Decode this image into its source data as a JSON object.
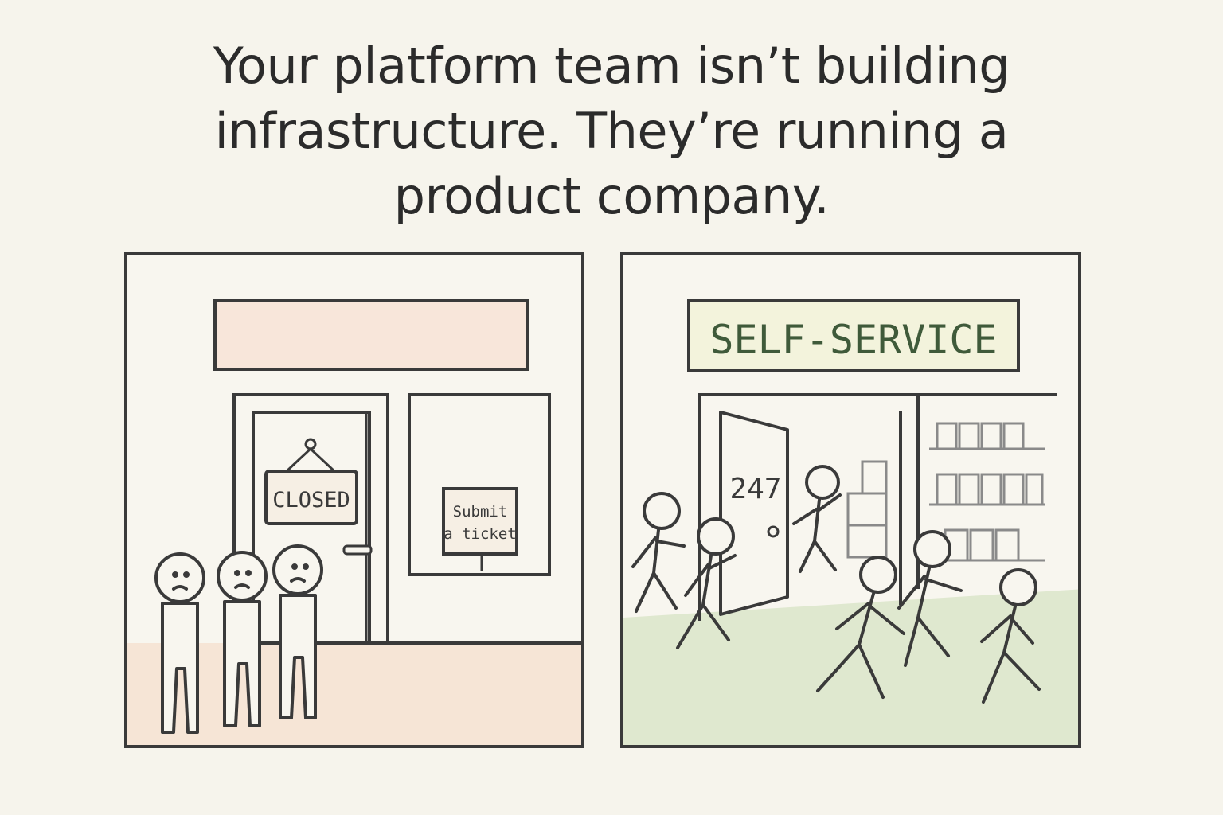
{
  "headline": {
    "line1": "Your platform team isn’t building",
    "line2": "infrastructure. They’re running a",
    "line3": "product company."
  },
  "left_panel": {
    "door_sign": "CLOSED",
    "window_sign_line1": "Submit",
    "window_sign_line2": "a ticket"
  },
  "right_panel": {
    "store_sign": "SELF-SERVICE",
    "door_label": "247"
  },
  "colors": {
    "background": "#f6f4ec",
    "ink": "#3a3a3a",
    "left_tint": "#f6e5d6",
    "right_floor": "#dfe8cf",
    "sign_green": "#3f5a3a",
    "sign_fill": "#f3f3dc"
  }
}
